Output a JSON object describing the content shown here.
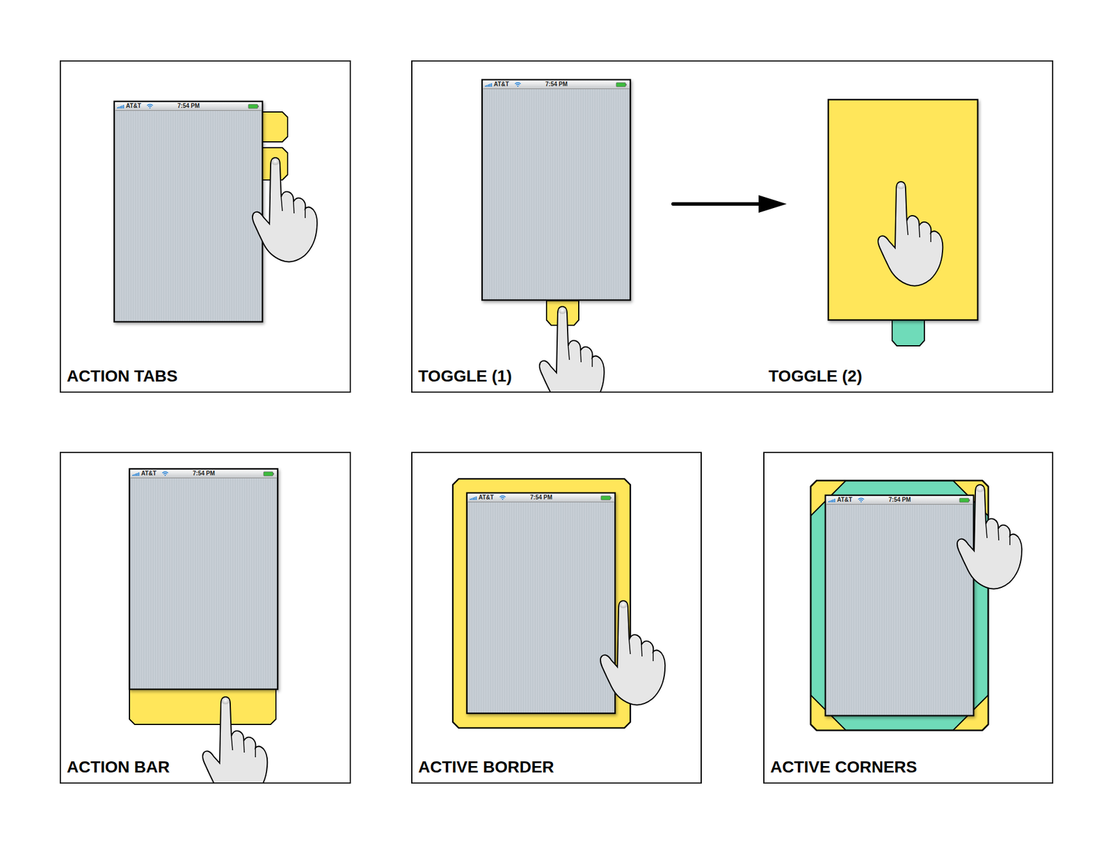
{
  "diagram": {
    "nodes": [
      {
        "text": [
          "ACTION TABS"
        ]
      },
      {
        "text": [
          "AT&T",
          "7:54 PM"
        ],
        "in": 0
      },
      {
        "text": [
          "TOGGLE (1)",
          "TOGGLE (2)"
        ]
      },
      {
        "text": [
          "AT&T",
          "7:54 PM"
        ],
        "in": 2
      },
      {
        "text": [
          "ACTION BAR"
        ]
      },
      {
        "text": [
          "AT&T",
          "7:54 PM"
        ],
        "in": 4
      },
      {
        "text": [
          "ACTIVE BORDER"
        ]
      },
      {
        "text": [
          "AT&T",
          "7:54 PM"
        ],
        "in": 6
      },
      {
        "text": [
          "ACTIVE CORNERS"
        ]
      },
      {
        "text": [
          "AT&T",
          "7:54 PM"
        ],
        "in": 8
      }
    ]
  }
}
